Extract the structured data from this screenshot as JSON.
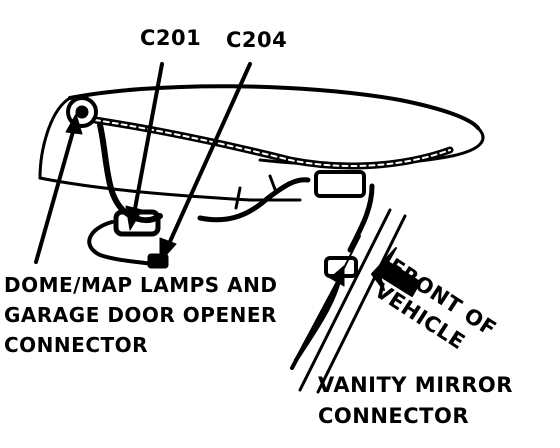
{
  "labels": {
    "c201": "C201",
    "c204": "C204",
    "dome_line1": "DOME/MAP LAMPS AND",
    "dome_line2": "GARAGE DOOR OPENER",
    "dome_line3": "CONNECTOR",
    "vanity_line1": "VANITY MIRROR",
    "vanity_line2": "CONNECTOR",
    "front_line1": "FRONT OF",
    "front_line2": "VEHICLE"
  },
  "colors": {
    "ink": "#000000",
    "paper": "#ffffff"
  }
}
